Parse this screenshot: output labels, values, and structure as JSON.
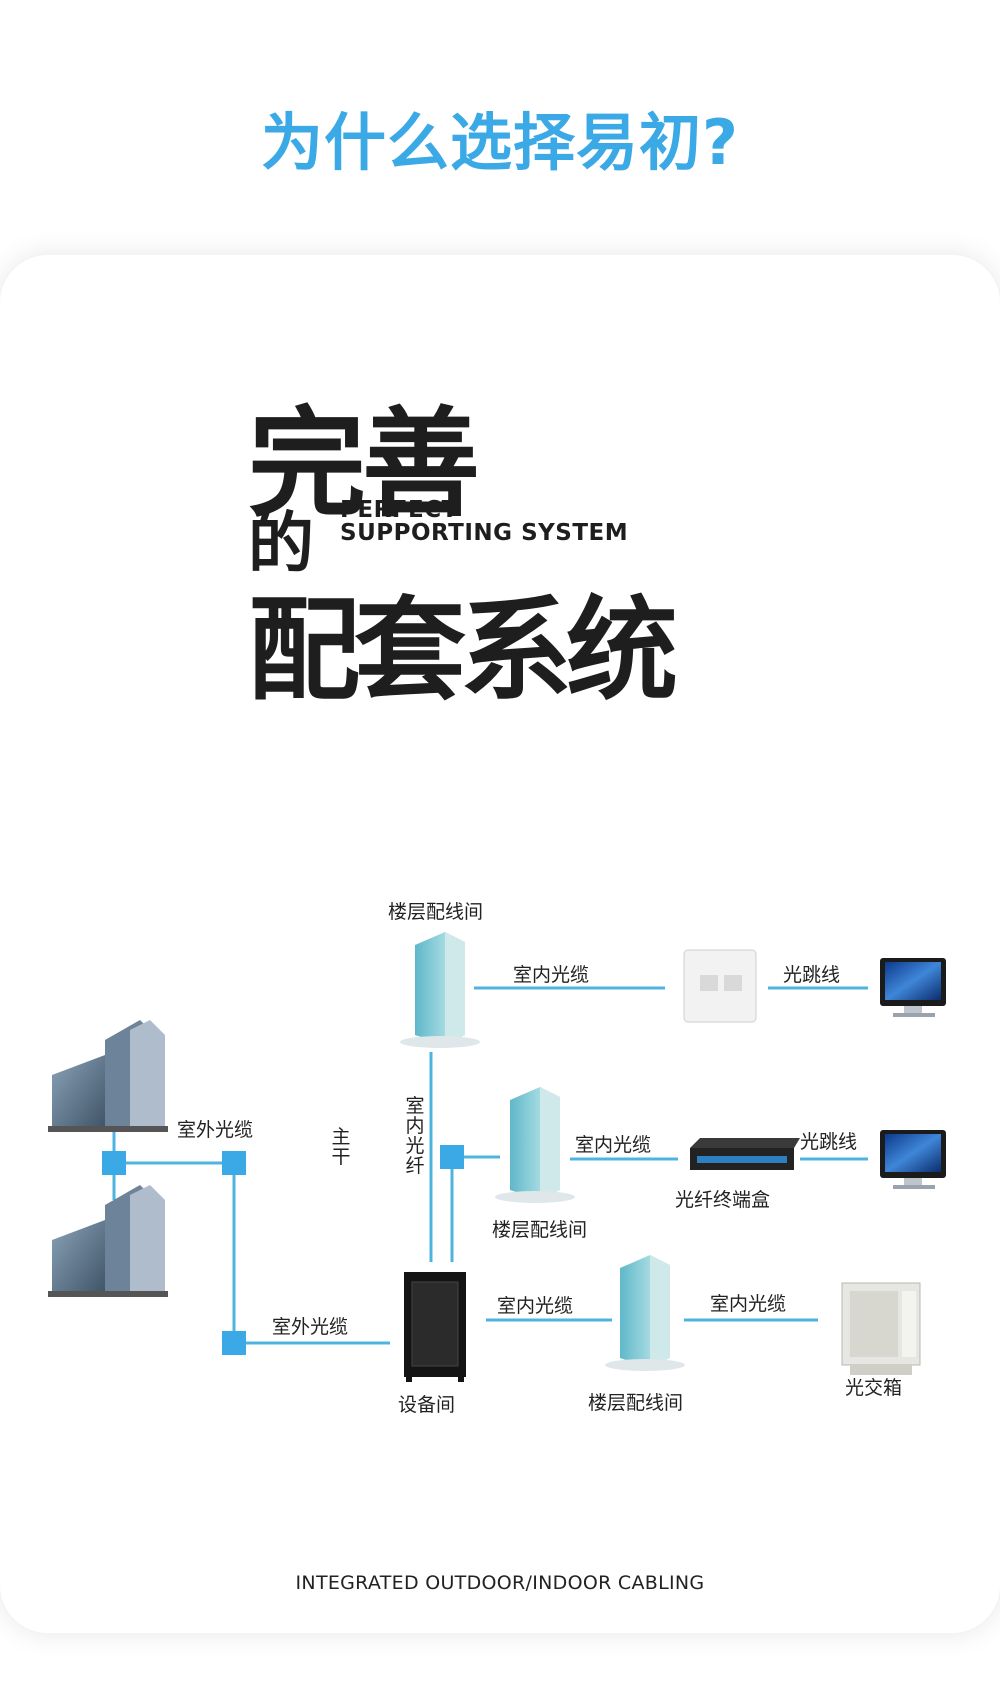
{
  "header": {
    "title": "为什么选择易初?"
  },
  "headline": {
    "line1": "完善",
    "line2": "的",
    "line3": "配套系统",
    "en_line1": "PERFECT",
    "en_line2": "SUPPORTING SYSTEM"
  },
  "diagram": {
    "labels": {
      "floor_room_top": "楼层配线间",
      "floor_room_mid": "楼层配线间",
      "floor_room_bottom": "楼层配线间",
      "indoor_cable_top": "室内光缆",
      "indoor_cable_mid": "室内光缆",
      "indoor_cable_bottom_left": "室内光缆",
      "indoor_cable_bottom_right": "室内光缆",
      "patch_cord_top": "光跳线",
      "patch_cord_mid": "光跳线",
      "outdoor_cable_top": "室外光缆",
      "outdoor_cable_bottom": "室外光缆",
      "trunk": "主干",
      "indoor_fiber": "室内光纤",
      "fiber_terminal_box": "光纤终端盒",
      "equipment_room": "设备间",
      "cross_cabinet": "光交箱"
    },
    "colors": {
      "line": "#4fb3e0",
      "node": "#3aa9e5"
    }
  },
  "footer": {
    "text": "INTEGRATED OUTDOOR/INDOOR CABLING"
  }
}
